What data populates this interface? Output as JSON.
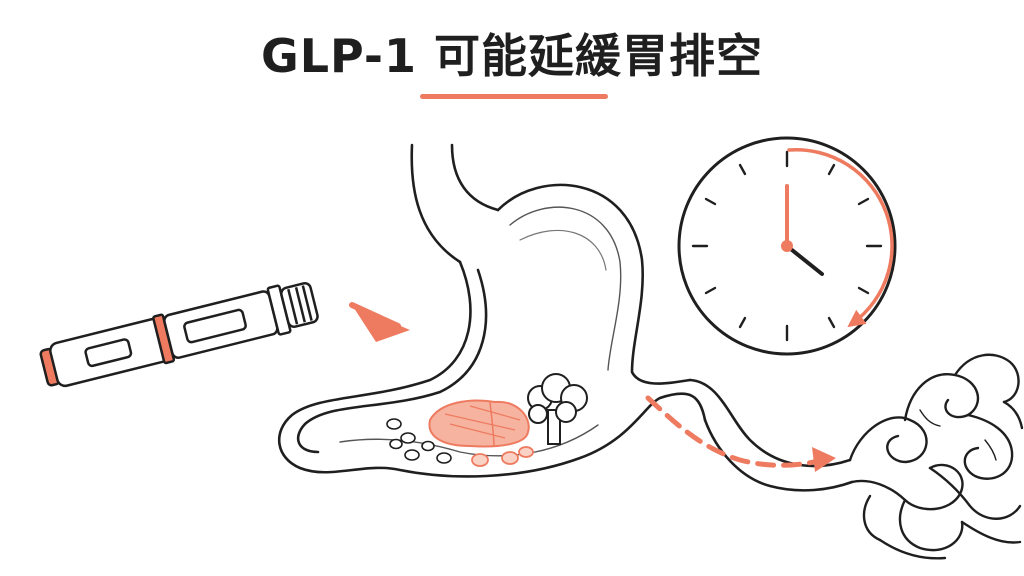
{
  "title": "GLP-1 可能延緩胃排空",
  "colors": {
    "accent": "#EE7B60",
    "accent_fill": "#F5B3A0",
    "ink": "#1f1f1f"
  },
  "elements": {
    "pen": "injection-pen",
    "arrow_in": "arrow-to-stomach",
    "stomach": "stomach-with-food",
    "clock": "clock-with-delay-arc",
    "arrow_out": "dashed-arrow-to-intestine",
    "intestine": "small-intestine"
  }
}
